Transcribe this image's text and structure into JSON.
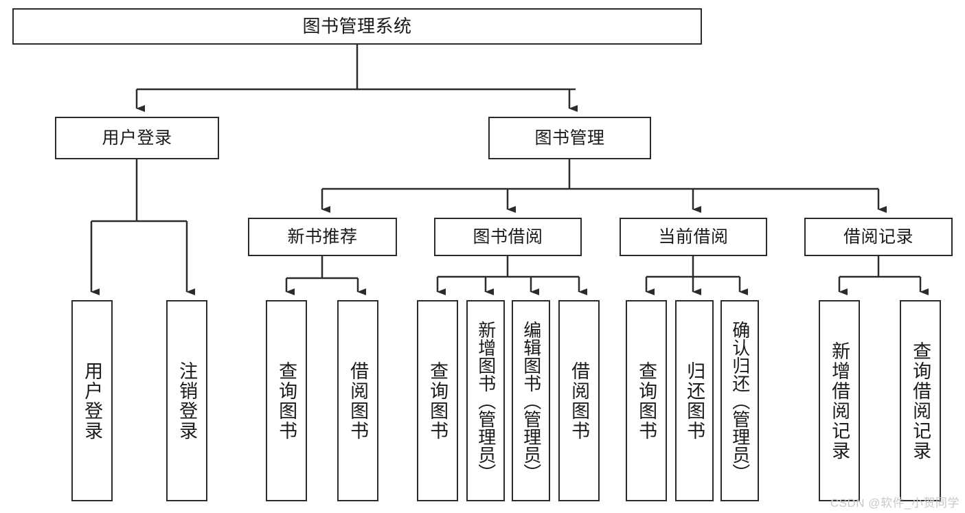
{
  "diagram": {
    "title": "图书管理系统",
    "type": "tree-hierarchy-diagram",
    "colors": {
      "box_border": "#2b2b2b",
      "box_fill": "#ffffff",
      "edge": "#2b2b2b",
      "text": "#1a1a1a",
      "watermark": "#c9c9c9",
      "background": "#ffffff"
    }
  },
  "nodes": {
    "root": {
      "label": "图书管理系统"
    },
    "level2": [
      {
        "label": "用户登录"
      },
      {
        "label": "图书管理"
      }
    ],
    "level3": [
      {
        "label": "新书推荐"
      },
      {
        "label": "图书借阅"
      },
      {
        "label": "当前借阅"
      },
      {
        "label": "借阅记录"
      }
    ],
    "leaves": {
      "user_login": [
        {
          "label": "用户登录"
        },
        {
          "label": "注销登录"
        }
      ],
      "new_book_recommend": [
        {
          "label": "查询图书"
        },
        {
          "label": "借阅图书"
        }
      ],
      "book_borrow": [
        {
          "label": "查询图书"
        },
        {
          "label": "新增图书（管理员）"
        },
        {
          "label": "编辑图书（管理员）"
        },
        {
          "label": "借阅图书"
        }
      ],
      "current_borrow": [
        {
          "label": "查询图书"
        },
        {
          "label": "归还图书"
        },
        {
          "label": "确认归还（管理员）"
        }
      ],
      "borrow_records": [
        {
          "label": "新增借阅记录"
        },
        {
          "label": "查询借阅记录"
        }
      ]
    }
  },
  "watermark": {
    "text": "CSDN @软件_小贺同学"
  }
}
